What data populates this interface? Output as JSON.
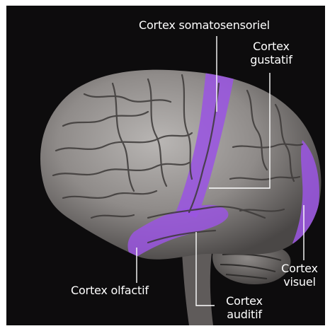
{
  "labels": {
    "somatosensory": "Cortex somatosensoriel",
    "gustatory_1": "Cortex",
    "gustatory_2": "gustatif",
    "olfactory": "Cortex olfactif",
    "auditory_1": "Cortex",
    "auditory_2": "auditif",
    "visual_1": "Cortex",
    "visual_2": "visuel"
  },
  "colors": {
    "background": "#0d0c0d",
    "brain": "#8f8b89",
    "highlight": "#9a55e0",
    "leader_line": "#ffffff"
  }
}
